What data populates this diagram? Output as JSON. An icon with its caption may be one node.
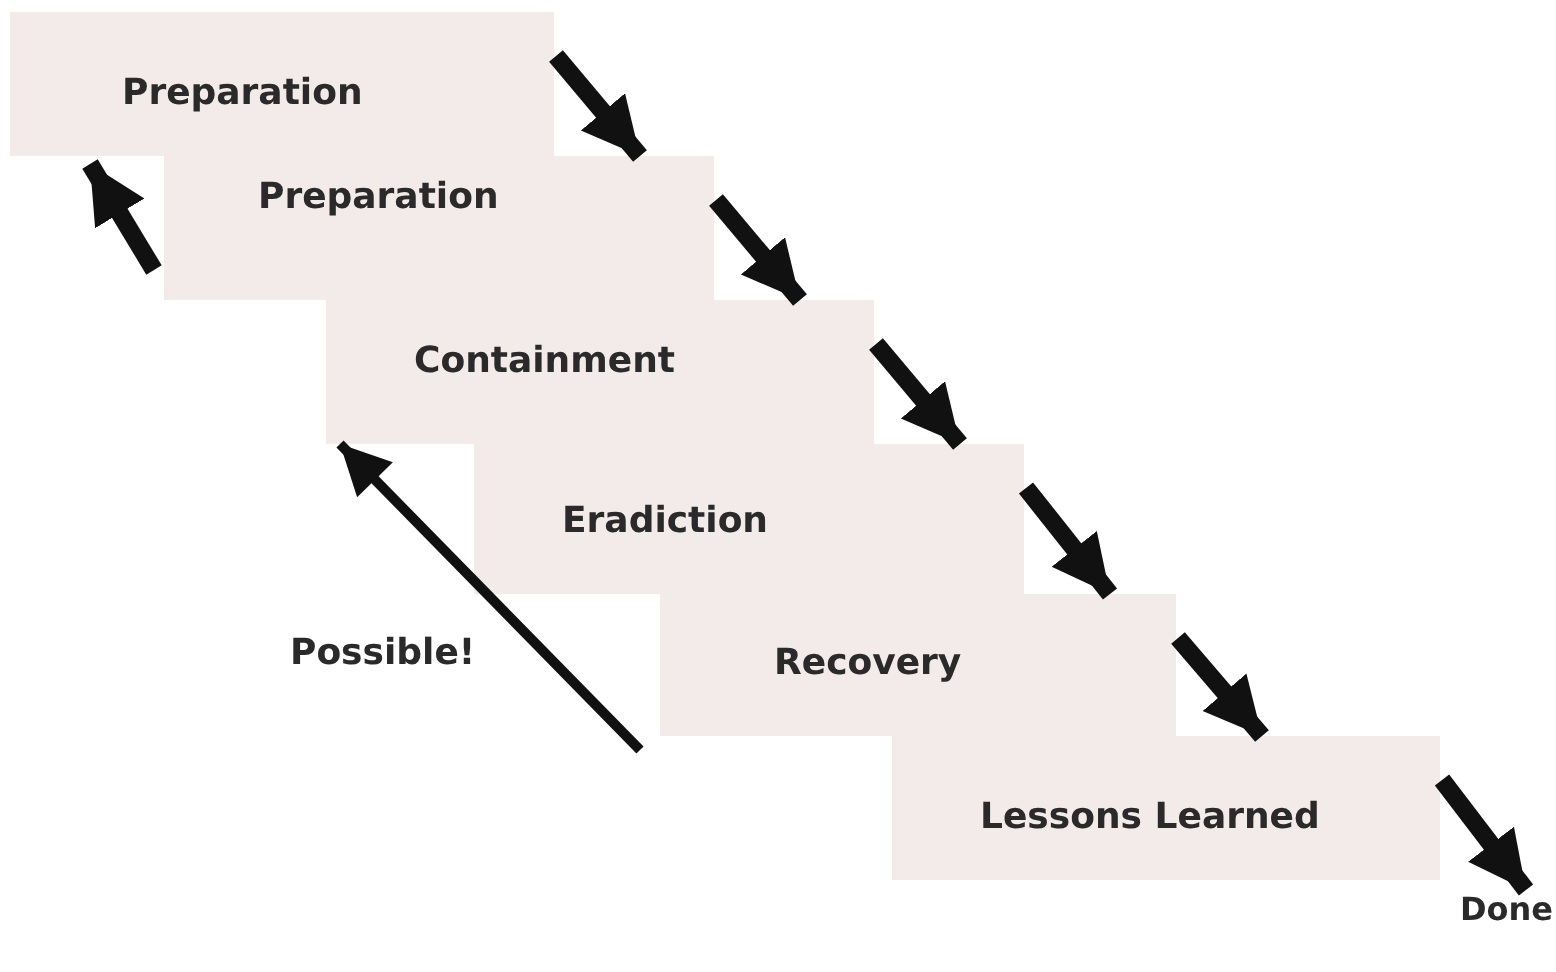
{
  "diagram": {
    "nodes": [
      {
        "text": [
          "Preparation"
        ]
      },
      {
        "text": [
          "Preparation"
        ]
      },
      {
        "text": [
          "Containment"
        ]
      },
      {
        "text": [
          "Eradiction"
        ]
      },
      {
        "text": [
          "Recovery"
        ]
      },
      {
        "text": [
          "Lessons Learned"
        ]
      },
      {
        "text": [
          "Done"
        ]
      }
    ],
    "edges": [
      {
        "from": 0,
        "to": 1,
        "arrow": "to"
      },
      {
        "from": 1,
        "to": 2,
        "arrow": "to"
      },
      {
        "from": 2,
        "to": 3,
        "arrow": "to"
      },
      {
        "from": 3,
        "to": 4,
        "arrow": "to"
      },
      {
        "from": 4,
        "to": 5,
        "arrow": "to"
      },
      {
        "from": 5,
        "to": 6,
        "arrow": "to"
      },
      {
        "from": 1,
        "to": 0,
        "arrow": "to"
      },
      {
        "from": null,
        "to": 2,
        "arrow": "to",
        "label": "Possible!"
      }
    ]
  }
}
